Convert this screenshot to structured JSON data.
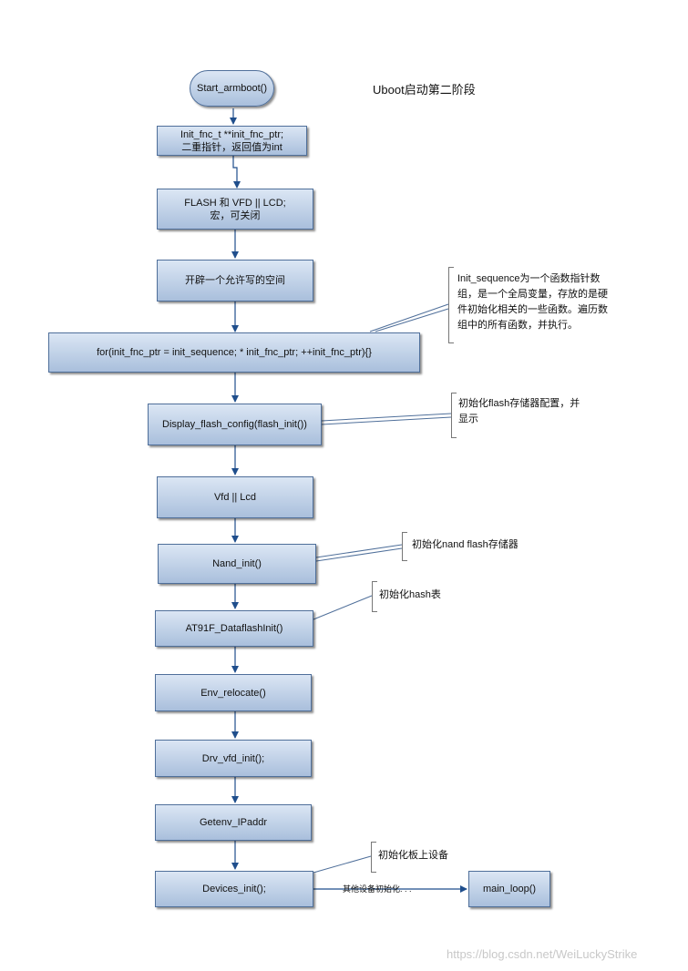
{
  "title": "Uboot启动第二阶段",
  "start": "Start_armboot()",
  "steps": [
    "Init_fnc_t **init_fnc_ptr;\n二重指针，返回值为int",
    "FLASH   和  VFD || LCD;\n宏，可关闭",
    "开辟一个允许写的空间",
    "for(init_fnc_ptr = init_sequence; * init_fnc_ptr; ++init_fnc_ptr){}",
    "Display_flash_config(flash_init())",
    "Vfd || Lcd",
    "Nand_init()",
    "AT91F_DataflashInit()",
    "Env_relocate()",
    "Drv_vfd_init();",
    "Getenv_IPaddr",
    "Devices_init();"
  ],
  "main_loop": "main_loop()",
  "other_init_label": "其他设备初始化. . .",
  "notes": [
    "Init_sequence为一个函数指针数\n组，是一个全局变量，存放的是硬\n件初始化相关的一些函数。遍历数\n组中的所有函数，并执行。",
    "初始化flash存储器配置，并\n显示",
    "初始化nand flash存储器",
    "初始化hash表",
    "初始化板上设备"
  ],
  "watermark": "https://blog.csdn.net/WeiLuckyStrike"
}
